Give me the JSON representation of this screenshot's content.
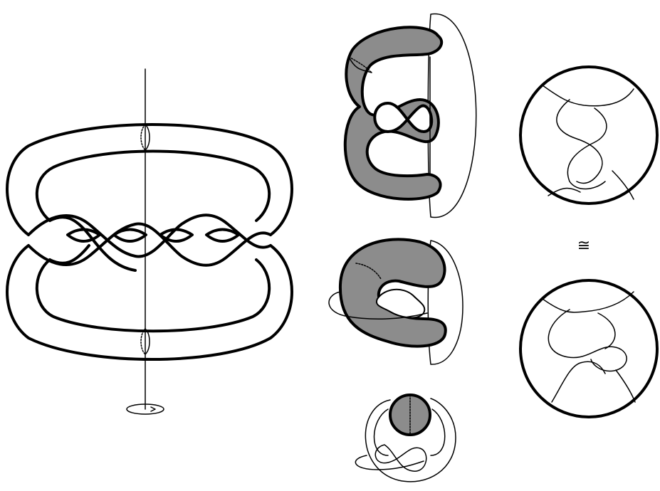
{
  "figure": {
    "colors": {
      "stroke": "#000000",
      "fill_tube": "#8c8c8c",
      "background": "#ffffff"
    },
    "panels": [
      {
        "id": "braided-torus",
        "description_visible": false
      },
      {
        "id": "tube-stage-1"
      },
      {
        "id": "tube-stage-2"
      },
      {
        "id": "tube-stage-3"
      },
      {
        "id": "tangle-ball-top"
      },
      {
        "id": "tangle-ball-bottom"
      }
    ],
    "isotopy_symbol": "≅"
  }
}
